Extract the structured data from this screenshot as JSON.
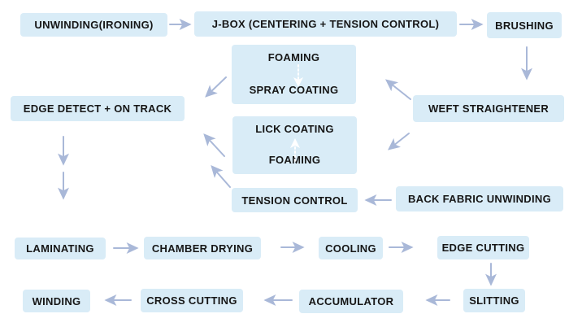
{
  "diagram": {
    "title": "fabric coating and laminating line flowchart",
    "colors": {
      "background": "#ffffff",
      "node_fill": "#d9ecf7",
      "text": "#161616",
      "arrow": "#a9b8d8",
      "internal_arrow": "#ffffff"
    },
    "nodes": {
      "unwinding": {
        "label": "UNWINDING(IRONING)"
      },
      "jbox": {
        "label": "J-BOX (CENTERING + TENSION CONTROL)"
      },
      "brushing": {
        "label": "BRUSHING"
      },
      "foam_spray": {
        "label_top": "FOAMING",
        "label_bottom": "SPRAY COATING"
      },
      "edge_detect": {
        "label": "EDGE DETECT + ON TRACK"
      },
      "weft": {
        "label": "WEFT STRAIGHTENER"
      },
      "lick_foam": {
        "label_top": "LICK COATING",
        "label_bottom": "FOAMING"
      },
      "tension": {
        "label": "TENSION CONTROL"
      },
      "back_fabric": {
        "label": "BACK FABRIC UNWINDING"
      },
      "laminating": {
        "label": "LAMINATING"
      },
      "chamber_drying": {
        "label": "CHAMBER DRYING"
      },
      "cooling": {
        "label": "COOLING"
      },
      "edge_cutting": {
        "label": "EDGE CUTTING"
      },
      "winding": {
        "label": "WINDING"
      },
      "cross_cutting": {
        "label": "CROSS CUTTING"
      },
      "accumulator": {
        "label": "ACCUMULATOR"
      },
      "slitting": {
        "label": "SLITTING"
      }
    },
    "edges": [
      {
        "from": "unwinding",
        "to": "jbox",
        "style": "solid"
      },
      {
        "from": "jbox",
        "to": "brushing",
        "style": "solid"
      },
      {
        "from": "brushing",
        "to": "weft",
        "style": "solid"
      },
      {
        "from": "weft",
        "to": "foam_spray",
        "style": "solid"
      },
      {
        "from": "weft",
        "to": "lick_foam",
        "style": "solid"
      },
      {
        "from": "foam_spray",
        "to": "edge_detect",
        "style": "solid"
      },
      {
        "from": "lick_foam",
        "to": "edge_detect",
        "style": "solid"
      },
      {
        "from": "tension",
        "to": "lick_foam",
        "style": "solid"
      },
      {
        "from": "back_fabric",
        "to": "tension",
        "style": "solid"
      },
      {
        "from": "edge_detect",
        "to": "laminating",
        "style": "solid-double-segment"
      },
      {
        "from": "laminating",
        "to": "chamber_drying",
        "style": "solid"
      },
      {
        "from": "chamber_drying",
        "to": "cooling",
        "style": "solid"
      },
      {
        "from": "cooling",
        "to": "edge_cutting",
        "style": "solid"
      },
      {
        "from": "edge_cutting",
        "to": "slitting",
        "style": "solid"
      },
      {
        "from": "slitting",
        "to": "accumulator",
        "style": "solid"
      },
      {
        "from": "accumulator",
        "to": "cross_cutting",
        "style": "solid"
      },
      {
        "from": "cross_cutting",
        "to": "winding",
        "style": "solid"
      },
      {
        "from": "foaming",
        "to": "spray_coating",
        "style": "dotted-internal"
      },
      {
        "from": "foaming",
        "to": "lick_coating",
        "style": "dotted-internal"
      }
    ]
  }
}
